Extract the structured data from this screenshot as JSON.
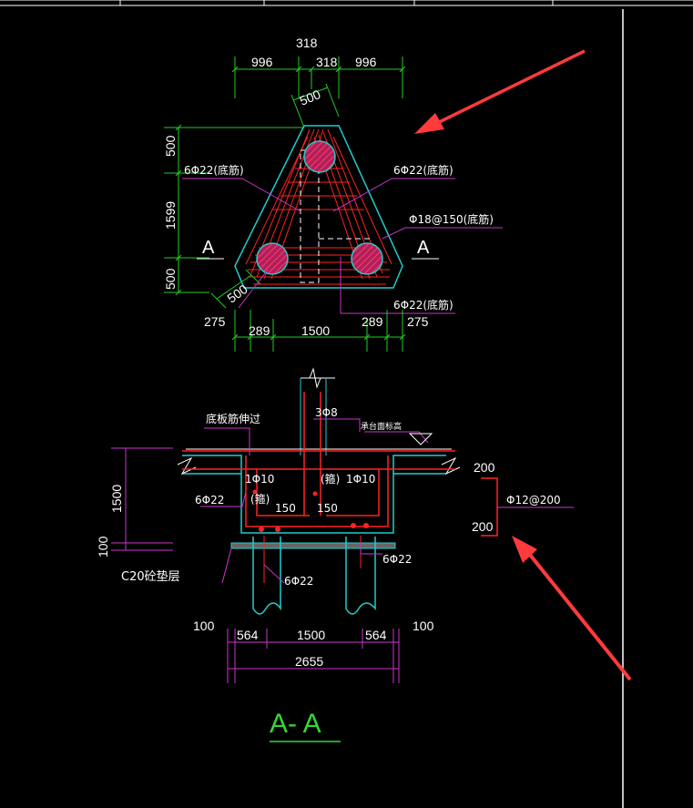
{
  "colors": {
    "background": "#000000",
    "dimension_line": "#22cc22",
    "leader_line": "#cc33cc",
    "concrete_outline": "#22cccc",
    "rebar": "#ff2222",
    "pile_fill": "#cc2266",
    "arrow": "#ff3b3b",
    "border": "#ffffff",
    "title": "#33d933"
  },
  "plan": {
    "dims_top": {
      "overall": "318",
      "left": "996",
      "center": "318",
      "right": "996"
    },
    "dim_pile": "500",
    "dims_left": {
      "top": "500",
      "middle": "1599",
      "bottom": "500"
    },
    "dim_pile_bottom_left": "500",
    "dims_bottom": {
      "left_outer": "275",
      "left": "289",
      "center": "1500",
      "right": "289",
      "right_outer": "275"
    },
    "section_marks": {
      "left": "A",
      "right": "A"
    },
    "rebar_labels": {
      "left": "6Φ22(底筋)",
      "right": "6Φ22(底筋)",
      "distribution": "Φ18@150(底筋)",
      "bottom": "6Φ22(底筋)"
    }
  },
  "section": {
    "title": "A- A",
    "labels": {
      "slab_rebar": "底板筋伸过",
      "top_rebar": "3Φ8",
      "cap_top": "承台面标高",
      "stirrup_left": "1Φ10",
      "stirrup_right": "1Φ10",
      "hook": "(箍)",
      "main_rebar": "6Φ22",
      "dim_150_left": "150",
      "dim_150_right": "150",
      "right_main": "6Φ22",
      "pile_main": "6Φ22",
      "cushion": "C20砼垫层"
    },
    "dims_left": {
      "depth": "1500",
      "cushion": "100"
    },
    "dims_bottom": {
      "left_outer": "100",
      "left": "564",
      "center": "1500",
      "right": "564",
      "right_outer": "100",
      "overall": "2655"
    }
  },
  "detail": {
    "top": "200",
    "bottom": "200",
    "label": "Φ12@200"
  }
}
